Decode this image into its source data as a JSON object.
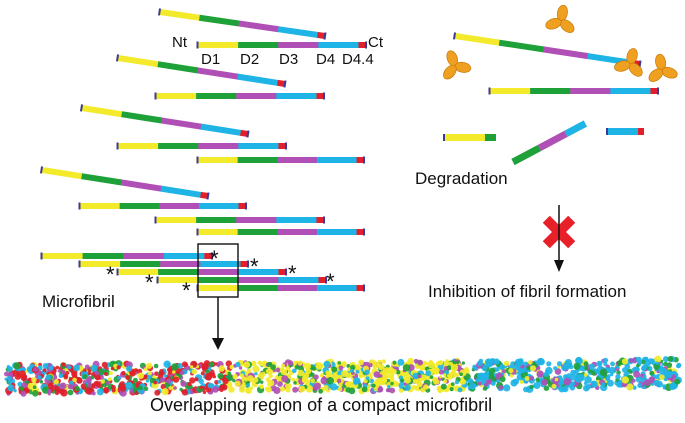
{
  "labels": {
    "nt": "Nt",
    "ct": "Ct",
    "d1": "D1",
    "d2": "D2",
    "d3": "D3",
    "d4": "D4",
    "d44": "D4.4",
    "microfibril": "Microfibril",
    "degradation": "Degradation",
    "inhibition": "Inhibition of fibril formation",
    "overlap": "Overlapping region of a compact microfibril",
    "star": "*"
  },
  "colors": {
    "d1": "#f2ea2a",
    "d2": "#1fa13a",
    "d3": "#b04fb5",
    "d4": "#1fb4e6",
    "d44": "#e0202a",
    "cap": "#3a3a9a",
    "enzyme": "#f0a020",
    "blocker": "#e8202a"
  }
}
